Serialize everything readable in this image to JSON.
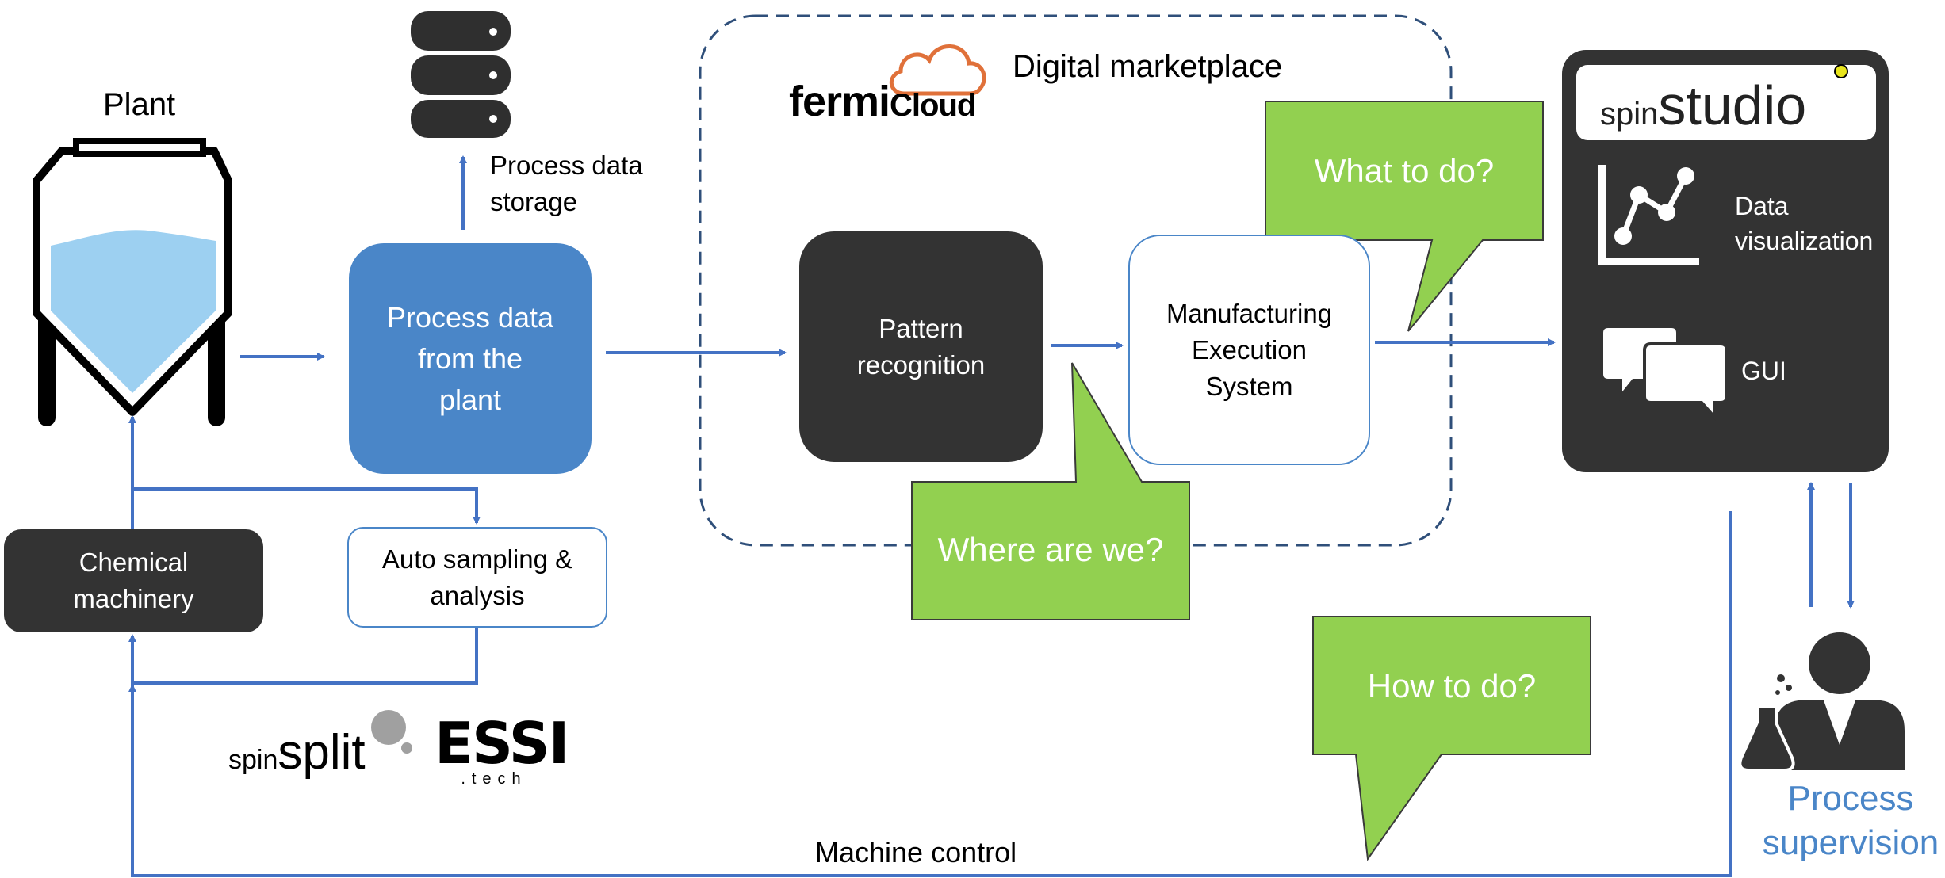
{
  "colors": {
    "arrow": "#4472c4",
    "process_box": "#4a86c8",
    "dark": "#333333",
    "bubble_green": "#92d050",
    "liquid": "#9dd0f1",
    "supervision_text": "#4a86c8"
  },
  "plant": {
    "title": "Plant"
  },
  "storage": {
    "label_line1": "Process data",
    "label_line2": "storage",
    "icon": "database-icon"
  },
  "process_box": {
    "line1": "Process data",
    "line2": "from the",
    "line3": "plant"
  },
  "chemical_machinery": {
    "line1": "Chemical",
    "line2": "machinery"
  },
  "auto_sampling": {
    "line1": "Auto sampling &",
    "line2": "analysis"
  },
  "logos": {
    "spinsplit_prefix": "spin",
    "spinsplit_main": "split",
    "essi_main": "ESSI",
    "essi_sub": ".tech",
    "fermi_main": "fermi",
    "fermi_cloud": "Cloud",
    "spinstudio_prefix": "spin",
    "spinstudio_main": "studio"
  },
  "marketplace": {
    "title": "Digital marketplace"
  },
  "pattern_recognition": {
    "line1": "Pattern",
    "line2": "recognition"
  },
  "mes": {
    "line1": "Manufacturing",
    "line2": "Execution",
    "line3": "System"
  },
  "bubbles": {
    "where": "Where are we?",
    "what": "What to do?",
    "how": "How to do?"
  },
  "spinstudio_panel": {
    "data_vis_line1": "Data",
    "data_vis_line2": "visualization",
    "gui": "GUI"
  },
  "machine_control": "Machine control",
  "supervision": {
    "line1": "Process",
    "line2": "supervision"
  }
}
